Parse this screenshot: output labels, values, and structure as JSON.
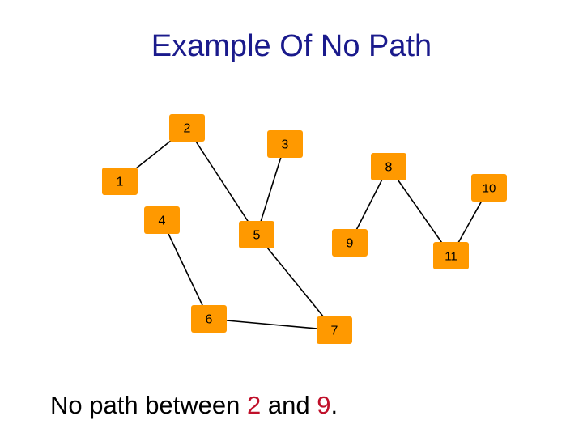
{
  "title": "Example Of No Path",
  "colors": {
    "title": "#1a1a8c",
    "node_fill": "#ff9900",
    "edge": "#000000",
    "highlight": "#c0102a"
  },
  "graph": {
    "nodes": [
      "1",
      "2",
      "3",
      "4",
      "5",
      "6",
      "7",
      "8",
      "9",
      "10",
      "11"
    ],
    "edges": [
      [
        "2",
        "1"
      ],
      [
        "2",
        "5"
      ],
      [
        "3",
        "5"
      ],
      [
        "4",
        "6"
      ],
      [
        "6",
        "7"
      ],
      [
        "5",
        "7"
      ],
      [
        "8",
        "9"
      ],
      [
        "8",
        "11"
      ],
      [
        "10",
        "11"
      ]
    ]
  },
  "caption": {
    "prefix": "No path between ",
    "node_a": "2",
    "middle": " and ",
    "node_b": "9",
    "suffix": "."
  }
}
